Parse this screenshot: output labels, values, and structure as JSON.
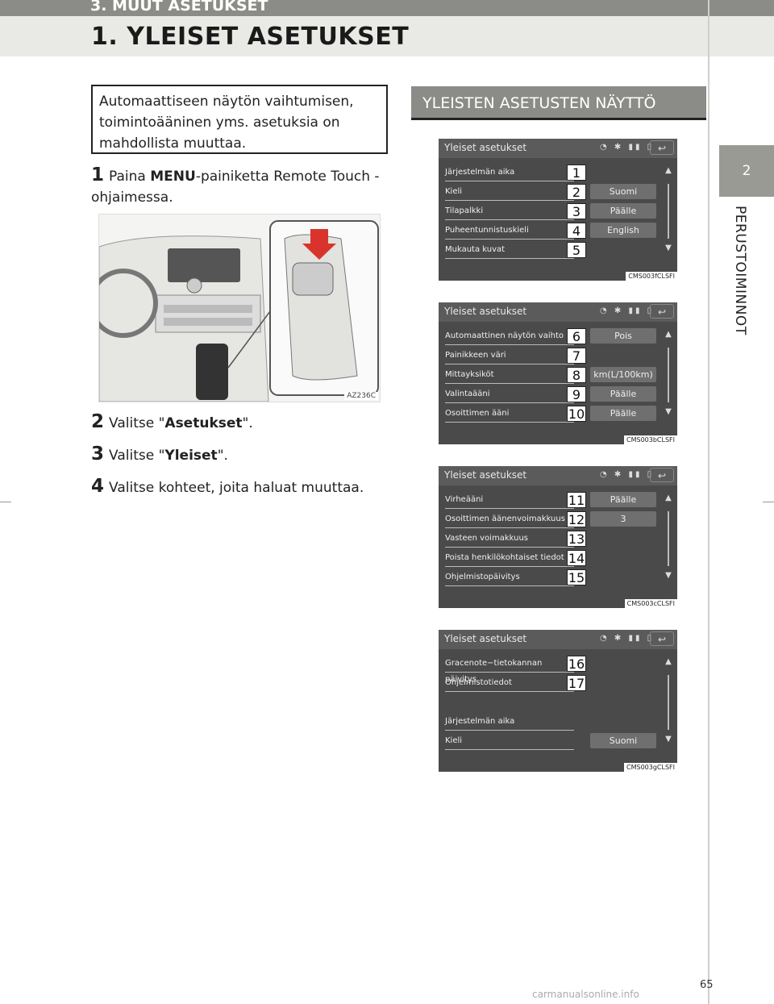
{
  "header": {
    "section": "3. MUUT ASETUKSET",
    "chapter_title": "1. YLEISET ASETUKSET"
  },
  "side_tab": {
    "number": "2",
    "label": "PERUSTOIMINNOT"
  },
  "intro": "Automaattiseen näytön vaihtumisen, toimintoääninen yms. asetuksia on mahdollista muuttaa.",
  "steps": [
    {
      "num": "1",
      "pre": "Paina ",
      "bold": "MENU",
      "post": "-painiketta Remote Touch -ohjaimessa."
    },
    {
      "num": "2",
      "pre": "Valitse \"",
      "bold": "Asetukset",
      "post": "\"."
    },
    {
      "num": "3",
      "pre": "Valitse \"",
      "bold": "Yleiset",
      "post": "\"."
    },
    {
      "num": "4",
      "pre": "Valitse kohteet, joita haluat muuttaa.",
      "bold": "",
      "post": ""
    }
  ],
  "illustration_code": "AZ236C",
  "right_heading": "YLEISTEN ASETUSTEN NÄYTTÖ",
  "screens": [
    {
      "title": "Yleiset asetukset",
      "code": "CMS003fCLSFI",
      "rows": [
        {
          "label": "Järjestelmän aika",
          "num": "1",
          "value": ""
        },
        {
          "label": "Kieli",
          "num": "2",
          "value": "Suomi"
        },
        {
          "label": "Tilapalkki",
          "num": "3",
          "value": "Päälle"
        },
        {
          "label": "Puheentunnistuskieli",
          "num": "4",
          "value": "English"
        },
        {
          "label": "Mukauta kuvat",
          "num": "5",
          "value": ""
        }
      ]
    },
    {
      "title": "Yleiset asetukset",
      "code": "CMS003bCLSFI",
      "rows": [
        {
          "label": "Automaattinen näytön vaihto",
          "num": "6",
          "value": "Pois"
        },
        {
          "label": "Painikkeen väri",
          "num": "7",
          "value": ""
        },
        {
          "label": "Mittayksiköt",
          "num": "8",
          "value": "km(L/100km)"
        },
        {
          "label": "Valintaääni",
          "num": "9",
          "value": "Päälle"
        },
        {
          "label": "Osoittimen ääni",
          "num": "10",
          "value": "Päälle"
        }
      ]
    },
    {
      "title": "Yleiset asetukset",
      "code": "CMS003cCLSFI",
      "rows": [
        {
          "label": "Virheääni",
          "num": "11",
          "value": "Päälle"
        },
        {
          "label": "Osoittimen äänenvoimakkuus",
          "num": "12",
          "value": "3"
        },
        {
          "label": "Vasteen voimakkuus",
          "num": "13",
          "value": ""
        },
        {
          "label": "Poista henkilökohtaiset tiedot",
          "num": "14",
          "value": ""
        },
        {
          "label": "Ohjelmistopäivitys",
          "num": "15",
          "value": ""
        }
      ]
    },
    {
      "title": "Yleiset asetukset",
      "code": "CMS003gCLSFI",
      "rows": [
        {
          "label": "Gracenote−tietokannan päivitys",
          "num": "16",
          "value": ""
        },
        {
          "label": "Ohjelmistotiedot",
          "num": "17",
          "value": ""
        },
        {
          "label": "",
          "num": "",
          "value": ""
        },
        {
          "label": "Järjestelmän aika",
          "num": "",
          "value": ""
        },
        {
          "label": "Kieli",
          "num": "",
          "value": "Suomi"
        }
      ]
    }
  ],
  "page_number": "65",
  "watermark": "carmanualsonline.info"
}
